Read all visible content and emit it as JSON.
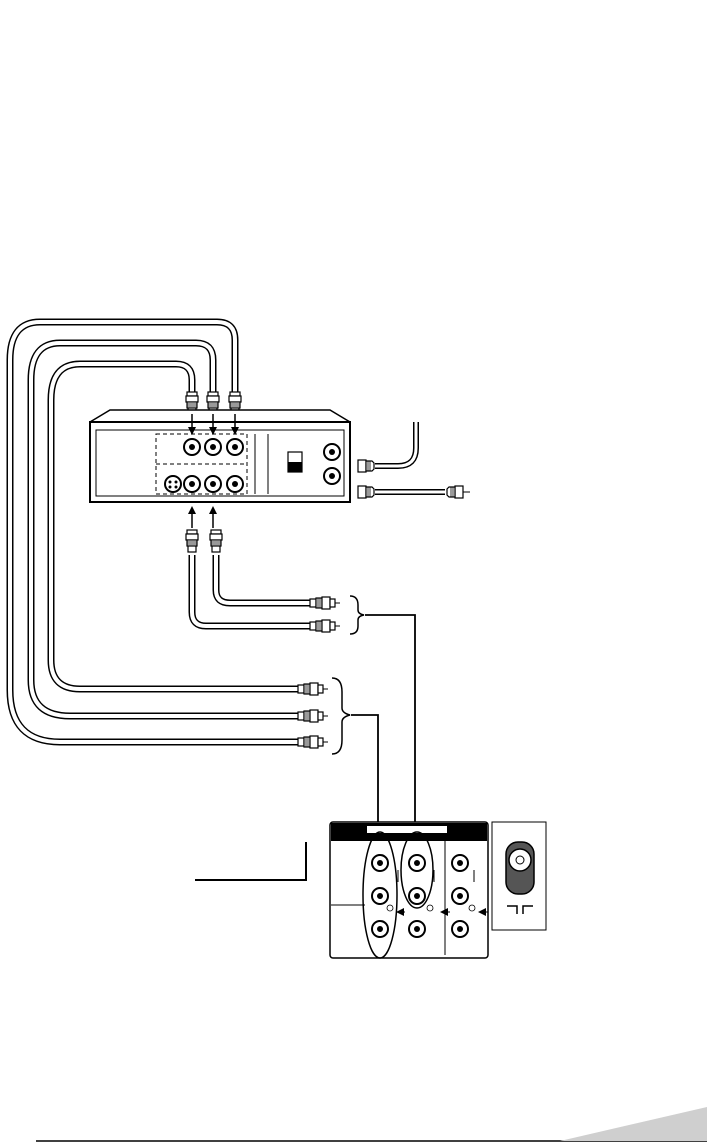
{
  "diagram": {
    "kind": "wiring diagram",
    "devices": [
      "vcr-rear-panel",
      "tv-rear-panel",
      "tv-antenna-input"
    ],
    "cables": [
      "video-audio-composite-cable",
      "audio-cable-pair",
      "antenna-coax-cable"
    ],
    "colors": {
      "line": "#000000",
      "cable_fill": "#ffffff",
      "panel_fill": "#ffffff",
      "corner_tab": "#cfcfcf"
    }
  }
}
